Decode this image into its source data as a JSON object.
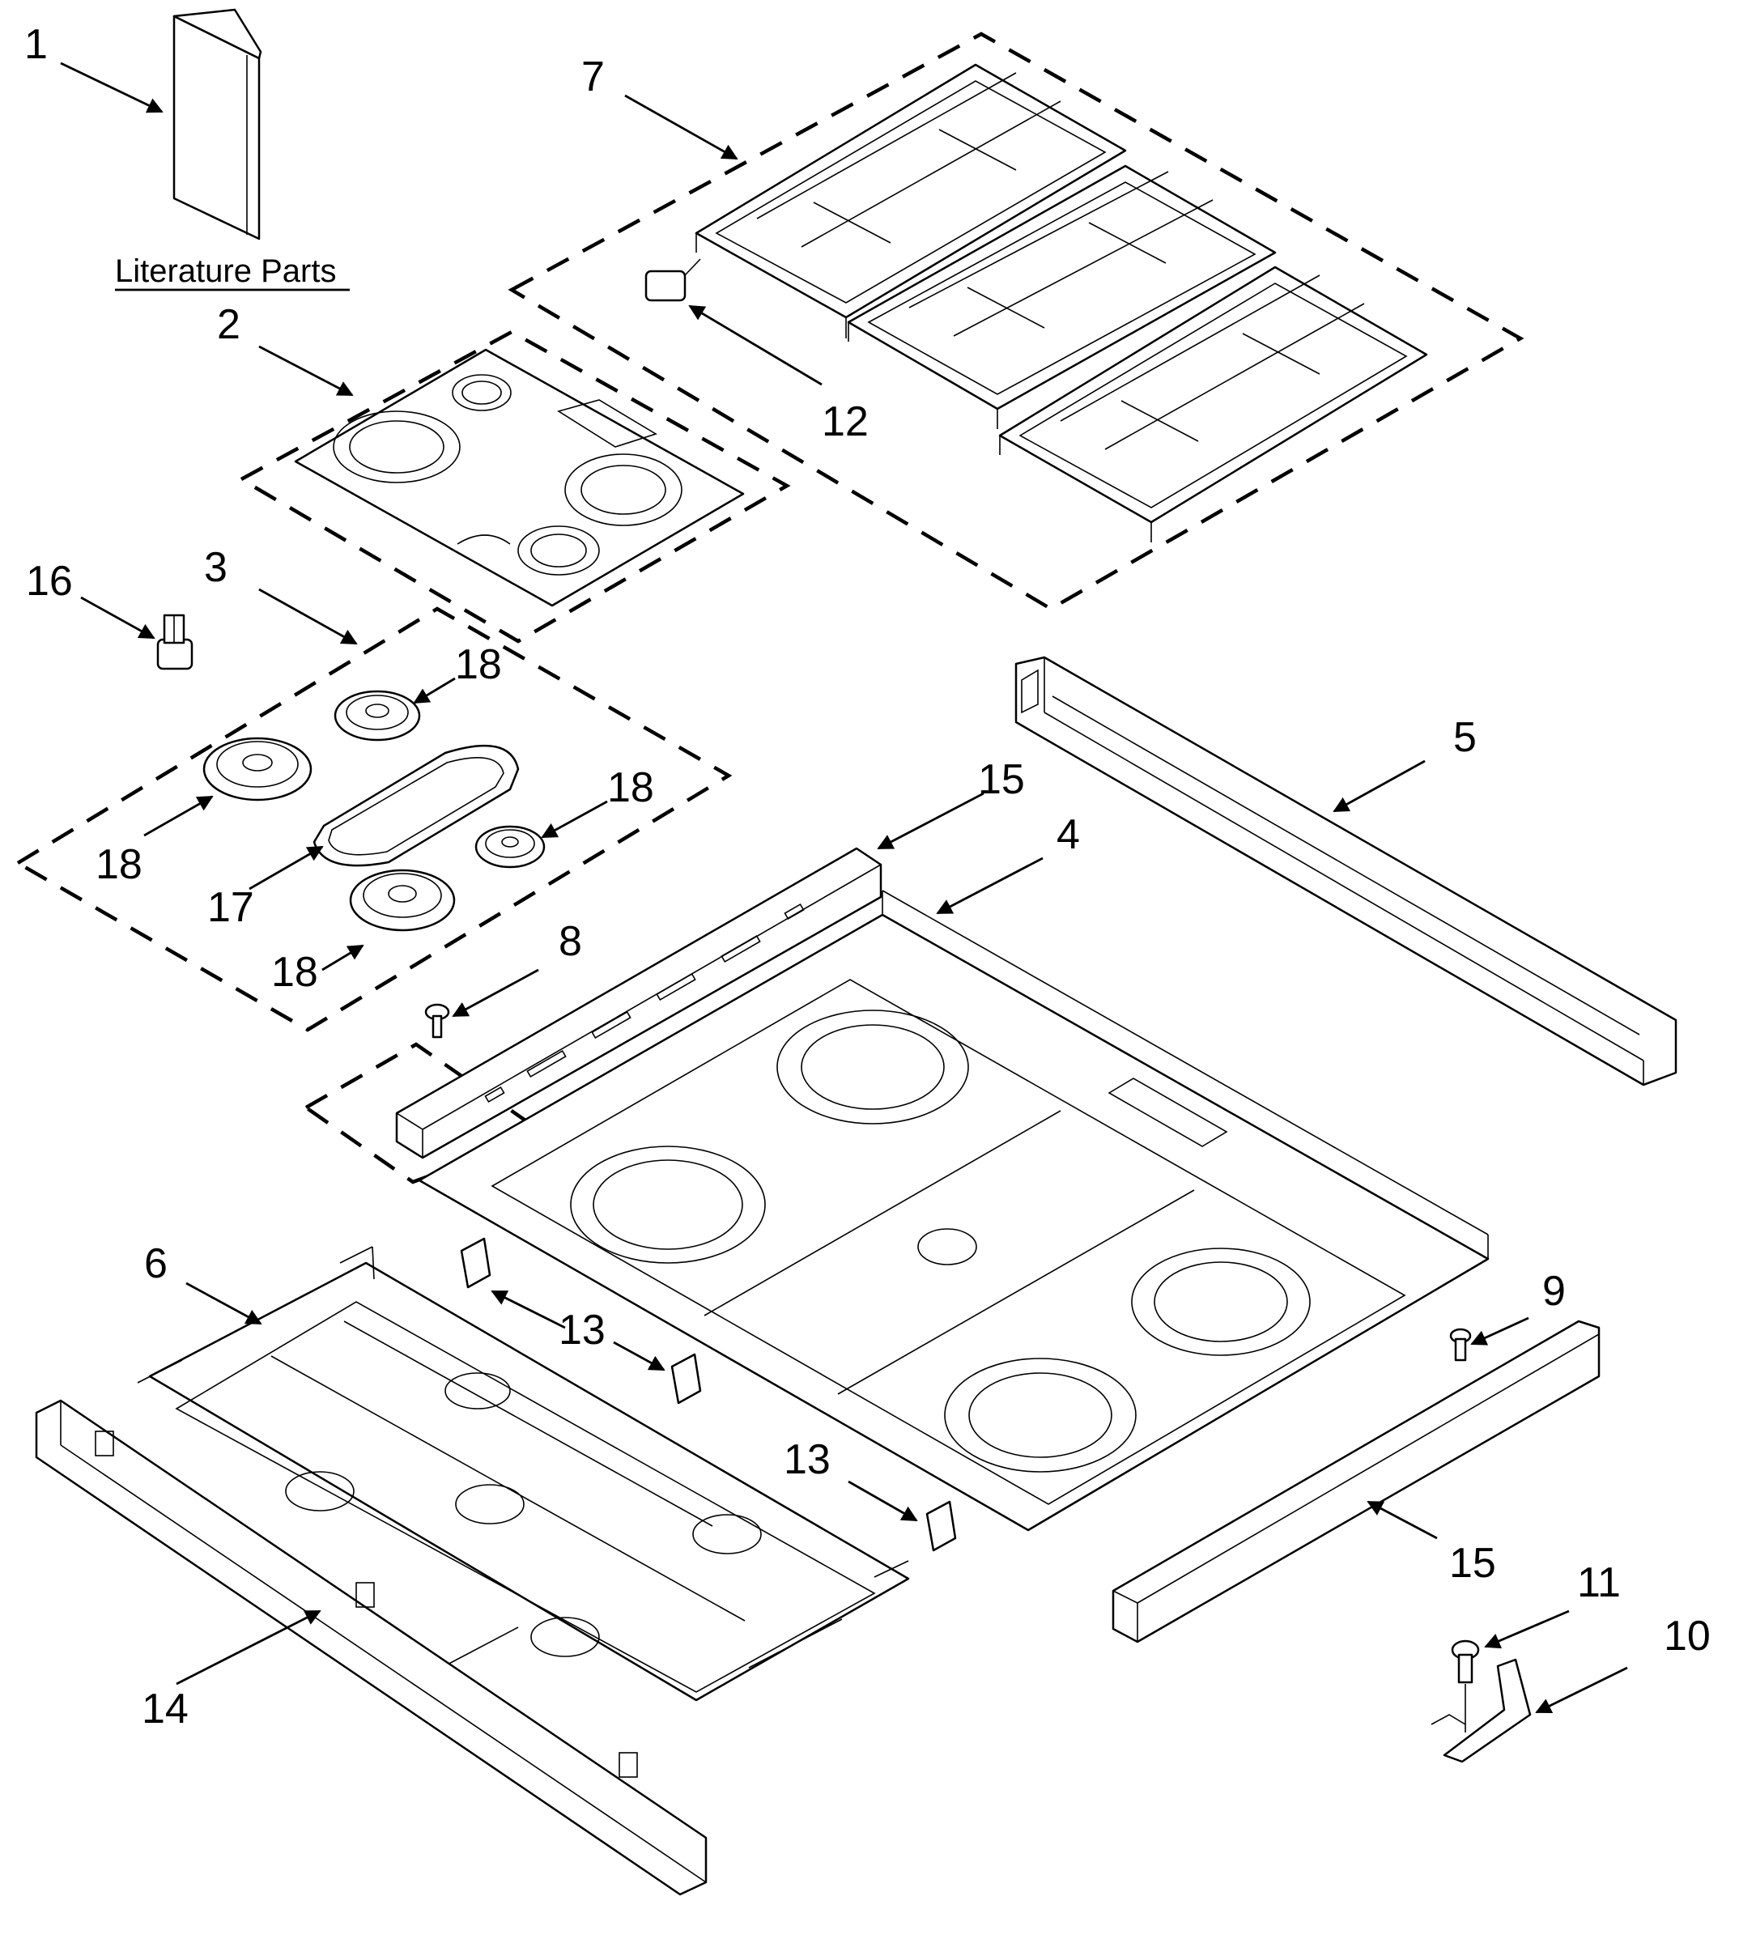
{
  "title": "Literature Parts",
  "callouts": {
    "c1": "1",
    "c2": "2",
    "c3": "3",
    "c4": "4",
    "c5": "5",
    "c6": "6",
    "c7": "7",
    "c8": "8",
    "c9": "9",
    "c10": "10",
    "c11": "11",
    "c12": "12",
    "c13a": "13",
    "c13b": "13",
    "c14": "14",
    "c15a": "15",
    "c15b": "15",
    "c16": "16",
    "c17": "17",
    "c18a": "18",
    "c18b": "18",
    "c18c": "18",
    "c18d": "18"
  }
}
